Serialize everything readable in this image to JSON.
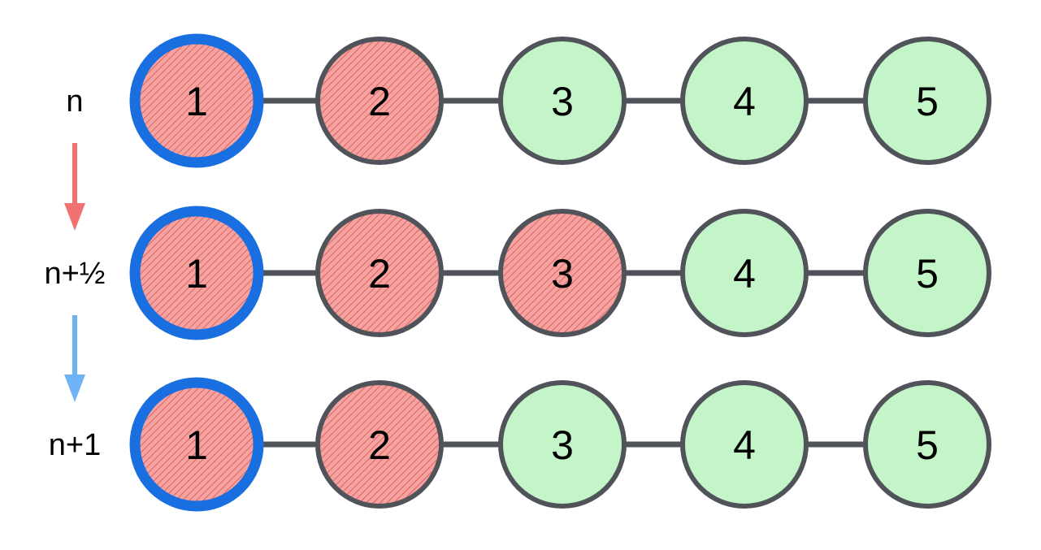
{
  "colors": {
    "edge": "#50545a",
    "node_stroke": "#50545a",
    "active_fill": "#f5a3a0",
    "active_hatch": "#d8534f",
    "inactive_fill": "#c4f5c8",
    "focus_ring": "#1a6fe0",
    "arrow_red": "#f17272",
    "arrow_blue": "#6fb3f5"
  },
  "rows": [
    {
      "label": "n",
      "nodes": [
        {
          "label": "1",
          "state": "active",
          "focus": true
        },
        {
          "label": "2",
          "state": "active",
          "focus": false
        },
        {
          "label": "3",
          "state": "inactive",
          "focus": false
        },
        {
          "label": "4",
          "state": "inactive",
          "focus": false
        },
        {
          "label": "5",
          "state": "inactive",
          "focus": false
        }
      ]
    },
    {
      "label": "n+½",
      "nodes": [
        {
          "label": "1",
          "state": "active",
          "focus": true
        },
        {
          "label": "2",
          "state": "active",
          "focus": false
        },
        {
          "label": "3",
          "state": "active",
          "focus": false
        },
        {
          "label": "4",
          "state": "inactive",
          "focus": false
        },
        {
          "label": "5",
          "state": "inactive",
          "focus": false
        }
      ]
    },
    {
      "label": "n+1",
      "nodes": [
        {
          "label": "1",
          "state": "active",
          "focus": true
        },
        {
          "label": "2",
          "state": "active",
          "focus": false
        },
        {
          "label": "3",
          "state": "inactive",
          "focus": false
        },
        {
          "label": "4",
          "state": "inactive",
          "focus": false
        },
        {
          "label": "5",
          "state": "inactive",
          "focus": false
        }
      ]
    }
  ],
  "transitions": [
    {
      "from_row": 0,
      "to_row": 1,
      "color": "arrow_red"
    },
    {
      "from_row": 1,
      "to_row": 2,
      "color": "arrow_blue"
    }
  ]
}
